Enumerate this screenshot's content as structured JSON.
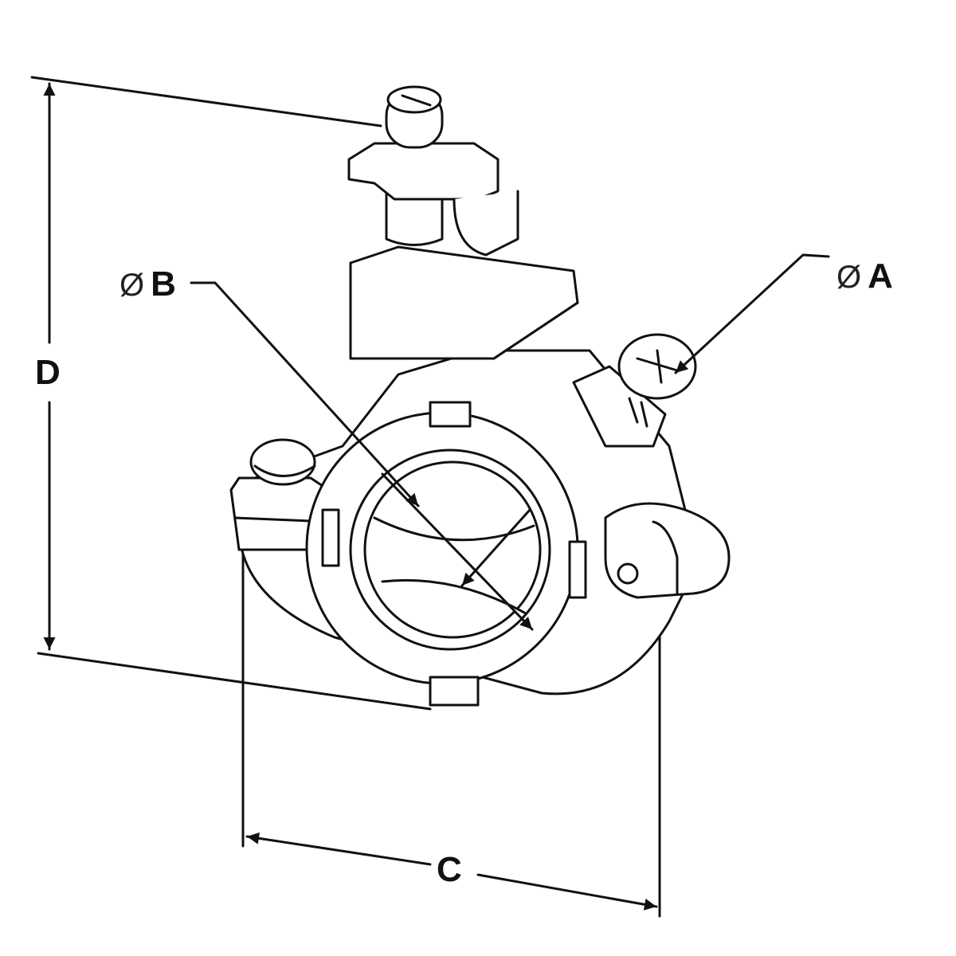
{
  "diagram": {
    "diameter_symbol": "Ø",
    "labels": {
      "a": "A",
      "b": "B",
      "c": "C",
      "d": "D"
    }
  }
}
